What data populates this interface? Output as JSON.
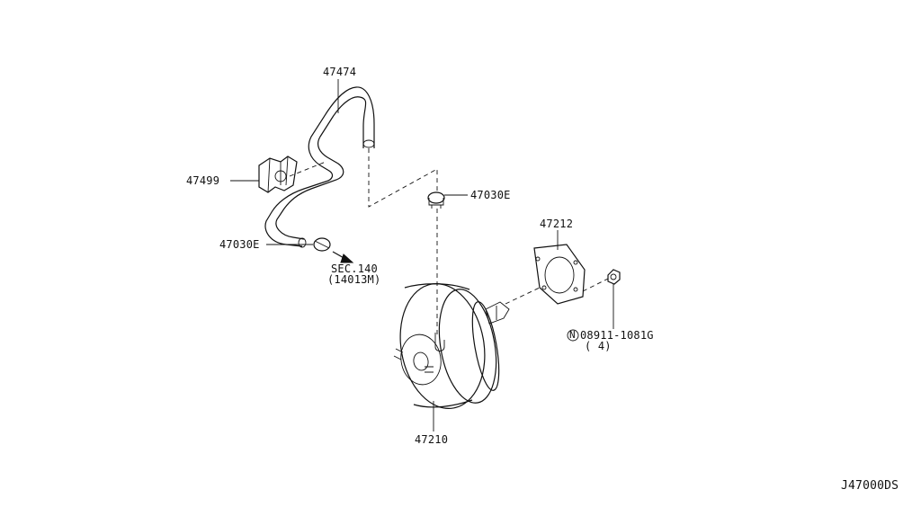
{
  "labels": {
    "hose": "47474",
    "clamp_block": "47499",
    "clip_lower": "47030E",
    "clip_upper": "47030E",
    "gasket": "47212",
    "nut_code": "08911-1081G",
    "nut_qty": "( 4)",
    "nut_marker": "N",
    "booster": "47210",
    "section_ref": "SEC.140",
    "section_sub": "(14013M)",
    "diagram_id": "J47000DS"
  }
}
